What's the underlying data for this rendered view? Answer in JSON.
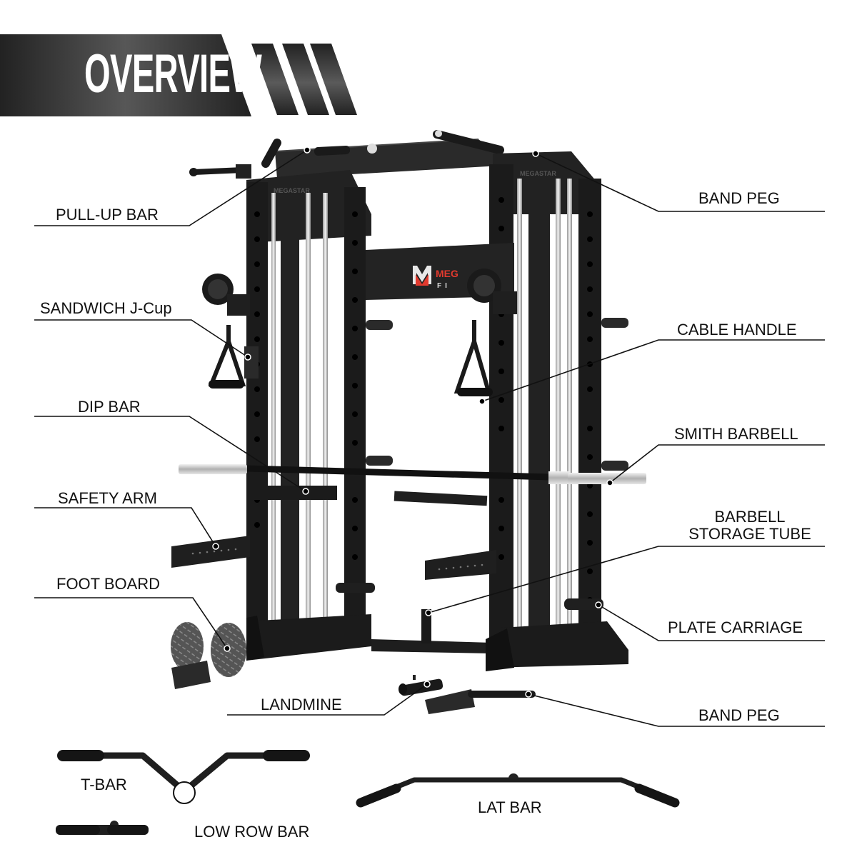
{
  "header": {
    "title": "OVERVIEW",
    "banner_color_dark": "#262626",
    "banner_color_light": "#585858"
  },
  "product": {
    "frame_brand_engraving": "MEGASTAR",
    "logo_text_top": "MEG",
    "logo_text_bottom": "FI",
    "logo_accent_color": "#e23a2e",
    "frame_color": "#1c1c1c",
    "chrome_color": "#c8c8c8"
  },
  "callouts": {
    "left": [
      {
        "label": "PULL-UP BAR"
      },
      {
        "label": "SANDWICH J-Cup"
      },
      {
        "label": "DIP BAR"
      },
      {
        "label": "SAFETY ARM"
      },
      {
        "label": "FOOT BOARD"
      },
      {
        "label": "LANDMINE"
      }
    ],
    "right": [
      {
        "label": "BAND PEG"
      },
      {
        "label": "CABLE HANDLE"
      },
      {
        "label": "SMITH BARBELL"
      },
      {
        "label": "BARBELL",
        "label_line2": "STORAGE TUBE"
      },
      {
        "label": "PLATE CARRIAGE"
      },
      {
        "label": "BAND PEG"
      }
    ]
  },
  "attachments": [
    {
      "label": "T-BAR"
    },
    {
      "label": "LOW ROW BAR"
    },
    {
      "label": "LAT BAR"
    }
  ]
}
